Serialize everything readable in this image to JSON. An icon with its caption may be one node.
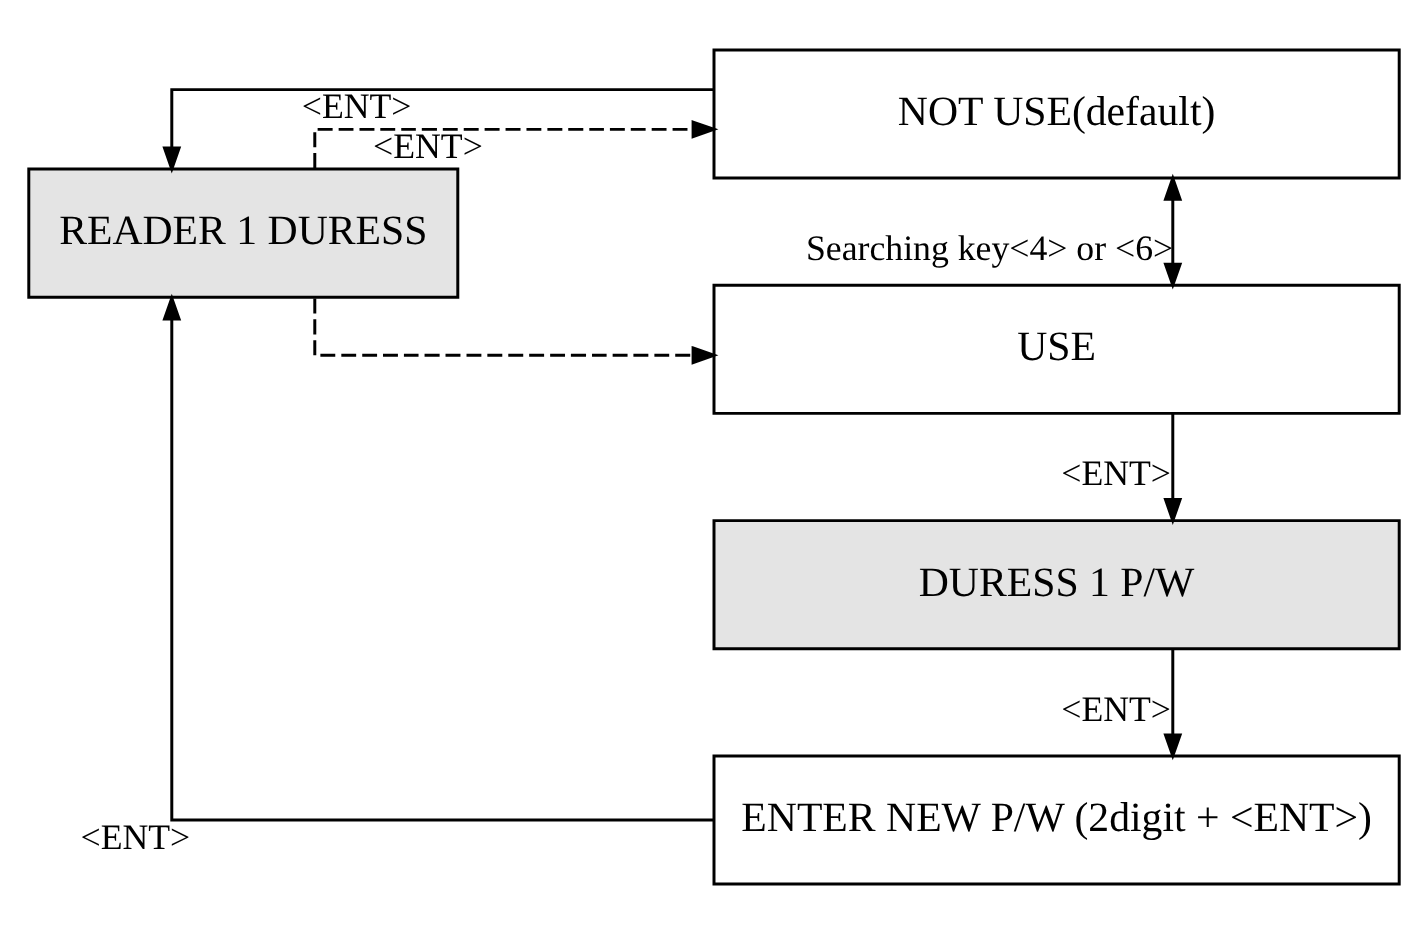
{
  "diagram": {
    "nodes": [
      {
        "text": [
          "READER 1 DURESS"
        ]
      },
      {
        "text": [
          "NOT USE(default)"
        ]
      },
      {
        "text": [
          "USE"
        ]
      },
      {
        "text": [
          "DURESS 1 P/W"
        ]
      },
      {
        "text": [
          "ENTER NEW P/W (2digit + <ENT>)"
        ]
      }
    ],
    "edges": [
      {
        "from": 1,
        "to": 0,
        "arrow": "to",
        "label": "<ENT>"
      },
      {
        "from": 0,
        "to": 1,
        "arrow": "to",
        "label": "<ENT>",
        "style": "dashed"
      },
      {
        "from": 0,
        "to": 2,
        "arrow": "to",
        "style": "dashed"
      },
      {
        "from": 1,
        "to": 2,
        "arrow": "both",
        "label": "Searching key<4> or <6>"
      },
      {
        "from": 2,
        "to": 3,
        "arrow": "to",
        "label": "<ENT>"
      },
      {
        "from": 3,
        "to": 4,
        "arrow": "to",
        "label": "<ENT>"
      },
      {
        "from": 4,
        "to": 0,
        "arrow": "to",
        "label": "<ENT>"
      }
    ]
  }
}
